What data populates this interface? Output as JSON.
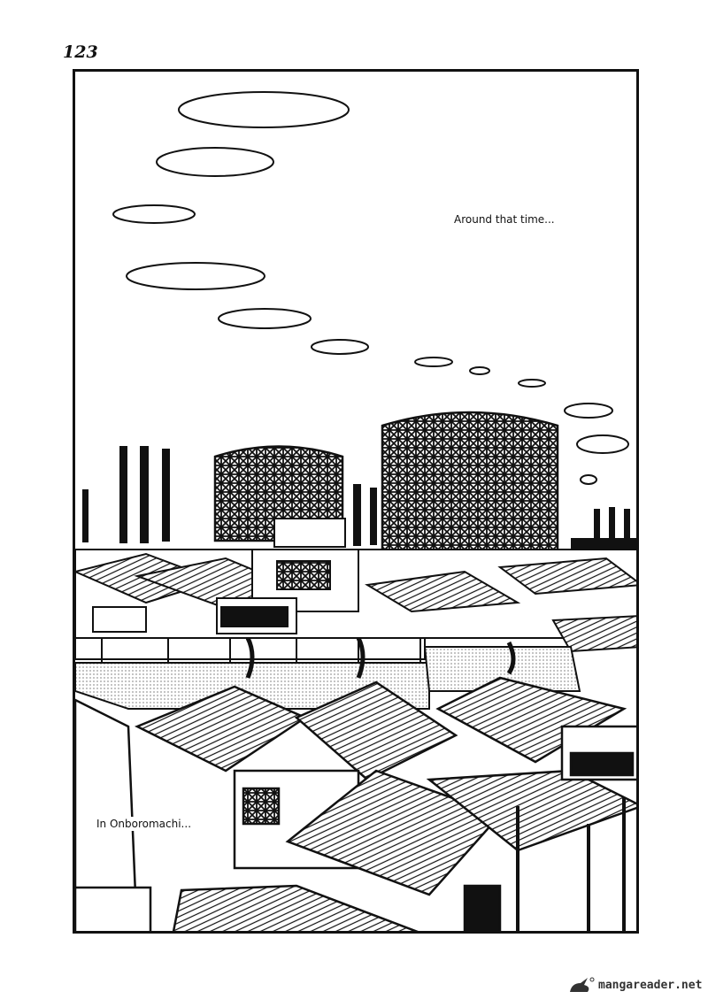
{
  "page": {
    "number": "123"
  },
  "panel": {
    "captions": [
      "Around that time...",
      "In Onboromachi..."
    ]
  },
  "watermark": {
    "text": "mangareader.net"
  }
}
